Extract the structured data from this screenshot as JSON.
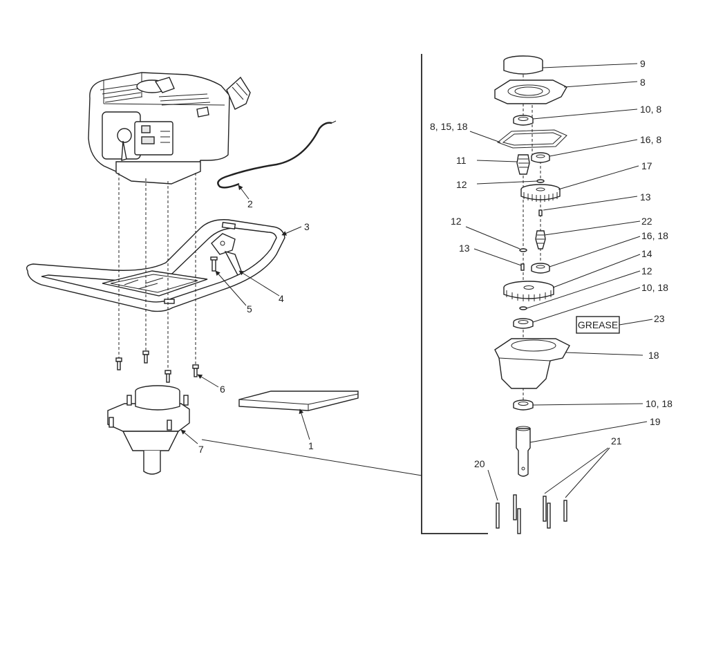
{
  "callouts": {
    "c1": "1",
    "c2": "2",
    "c3": "3",
    "c4": "4",
    "c5": "5",
    "c6": "6",
    "c7": "7",
    "c8a": "8",
    "c8_15_18": "8, 15, 18",
    "c9": "9",
    "c10_8": "10, 8",
    "c10_18a": "10, 18",
    "c10_18b": "10, 18",
    "c11": "11",
    "c12a": "12",
    "c12b": "12",
    "c12c": "12",
    "c13a": "13",
    "c13b": "13",
    "c14": "14",
    "c16_8": "16, 8",
    "c16_18": "16, 18",
    "c17": "17",
    "c18": "18",
    "c19": "19",
    "c20": "20",
    "c21": "21",
    "c22": "22",
    "c23": "23"
  },
  "grease_label": "GREASE"
}
